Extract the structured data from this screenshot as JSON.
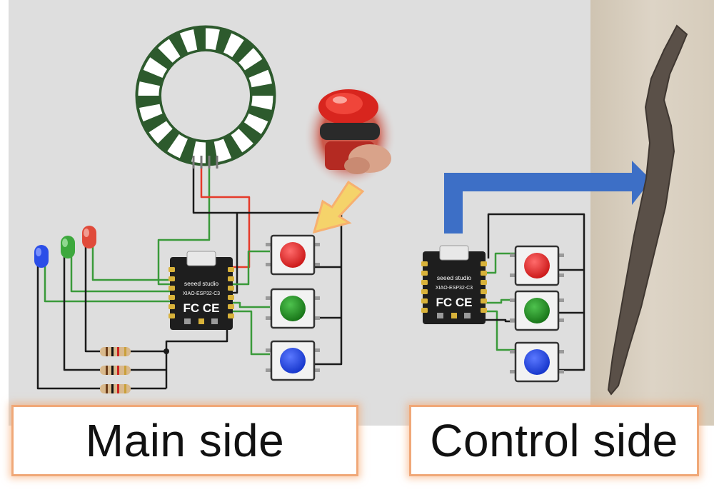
{
  "captions": {
    "main": "Main side",
    "control": "Control side"
  },
  "board": {
    "brand": "seeed studio",
    "model": "XIAO-ESP32-C3",
    "cert": "FC CE"
  },
  "colors": {
    "background": "#dedede",
    "wire_green": "#3a9a3a",
    "wire_black": "#1a1a1a",
    "wire_red": "#e53a2a",
    "ring": "#2d5a2d",
    "arrow_blue": "#3d6fc6",
    "arrow_yellow": "#f5d36a",
    "button_red": "#e02020",
    "button_green": "#1f8a1f",
    "button_blue": "#1a3ee0",
    "caption_border": "#f0a878",
    "photo_bg": "#d2c7b6",
    "wand": "#5a5048"
  },
  "icons": [
    "arcade-button-photo",
    "neopixel-ring",
    "xiao-board",
    "push-button",
    "led",
    "resistor",
    "stick-wand-photo",
    "arrow"
  ]
}
